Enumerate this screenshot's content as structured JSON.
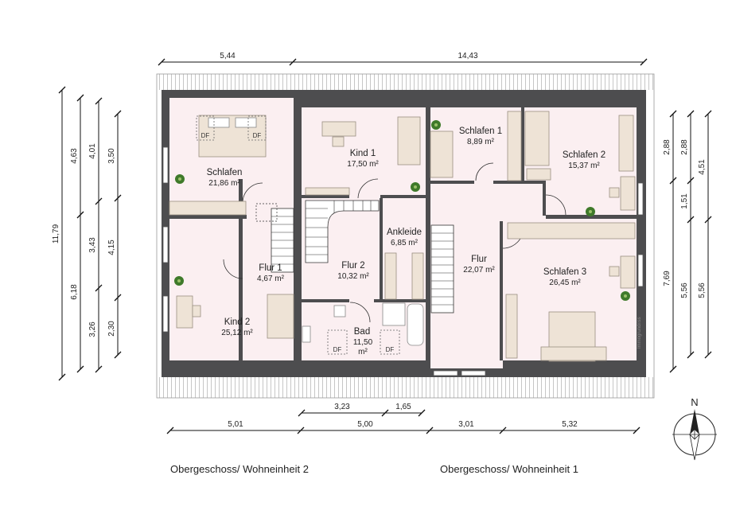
{
  "dimensions": {
    "top": [
      "5,44",
      "14,43"
    ],
    "bottom_row1": [
      "3,23",
      "1,65"
    ],
    "bottom_row2": [
      "5,01",
      "5,00",
      "3,01",
      "5,32"
    ],
    "left_col1": [
      "11,79"
    ],
    "left_col2": [
      "4,63",
      "6,18"
    ],
    "left_col3": [
      "4,01",
      "3,43",
      "3,26"
    ],
    "left_col4": [
      "3,50",
      "4,15",
      "2,30"
    ],
    "right_col1": [
      "2,88",
      "7,69"
    ],
    "right_col2": [
      "2,88",
      "1,51",
      "5,56"
    ],
    "right_col3": [
      "4,51",
      "5,56"
    ]
  },
  "rooms": {
    "schlafen_w": {
      "name": "Schlafen",
      "area": "21,86 m²"
    },
    "kind2": {
      "name": "Kind 2",
      "area": "25,12 m²"
    },
    "flur1": {
      "name": "Flur 1",
      "area": "4,67 m²"
    },
    "kind1": {
      "name": "Kind 1",
      "area": "17,50 m²"
    },
    "flur2": {
      "name": "Flur 2",
      "area": "10,32 m²"
    },
    "ankleide": {
      "name": "Ankleide",
      "area": "6,85 m²"
    },
    "bad": {
      "name": "Bad",
      "area_line1": "11,50",
      "area_line2": "m²"
    },
    "schlafen1": {
      "name": "Schlafen 1",
      "area": "8,89 m²"
    },
    "schlafen2": {
      "name": "Schlafen 2",
      "area": "15,37 m²"
    },
    "flur": {
      "name": "Flur",
      "area": "22,07 m²"
    },
    "schlafen3": {
      "name": "Schlafen 3",
      "area": "26,45 m²"
    }
  },
  "skylight_label": "DF",
  "watermark": "Immogrundriss",
  "compass_label": "N",
  "captions": {
    "left": "Obergeschoss/ Wohneinheit 2",
    "right": "Obergeschoss/ Wohneinheit 1"
  },
  "colors": {
    "wall": "#4d4d4f",
    "floor": "#fbeff1",
    "furniture": "#eee3d6"
  }
}
